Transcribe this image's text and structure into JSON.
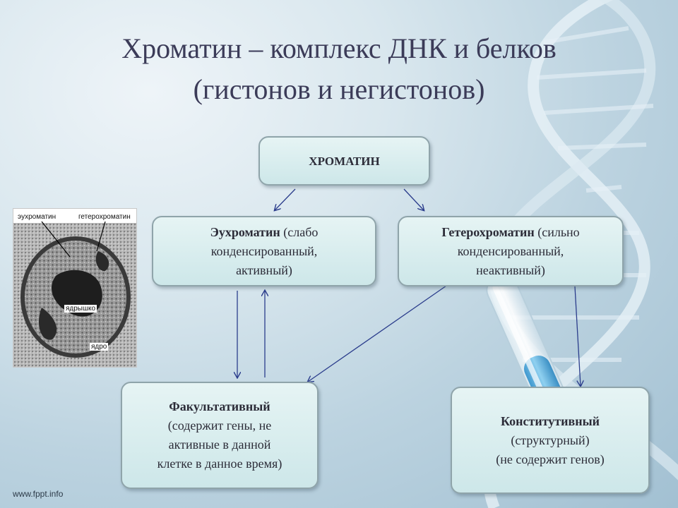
{
  "title": {
    "line1": "Хроматин – комплекс ДНК и белков",
    "line2": "(гистонов и негистонов)"
  },
  "nodes": {
    "root": {
      "name": "ХРОМАТИН"
    },
    "euchromatin": {
      "name": "Эухроматин",
      "line1_rest": " (слабо",
      "line2": "конденсированный,",
      "line3": "активный)"
    },
    "heterochromatin": {
      "name": "Гетерохроматин",
      "line1_rest": " (сильно",
      "line2": "конденсированный,",
      "line3": "неактивный)"
    },
    "facultative": {
      "name": "Факультативный",
      "line2": "(содержит гены, не",
      "line3": "активные в данной",
      "line4": "клетке в данное время)"
    },
    "constitutive": {
      "name": "Конститутивный",
      "line2": "(структурный)",
      "line3": "(не содержит генов)"
    }
  },
  "micrograph": {
    "labels": {
      "euchromatin": "эухроматин",
      "heterochromatin": "гетерохроматин",
      "nucleolus": "ядрышко",
      "nucleus": "ядро"
    }
  },
  "footer": {
    "site": "www.fppt.info"
  },
  "colors": {
    "title_text": "#3b3b58",
    "box_fill": "#d6ecee",
    "box_border": "#8fa4aa",
    "arrow": "#2b3d8c",
    "background": "#bcd3e0"
  }
}
